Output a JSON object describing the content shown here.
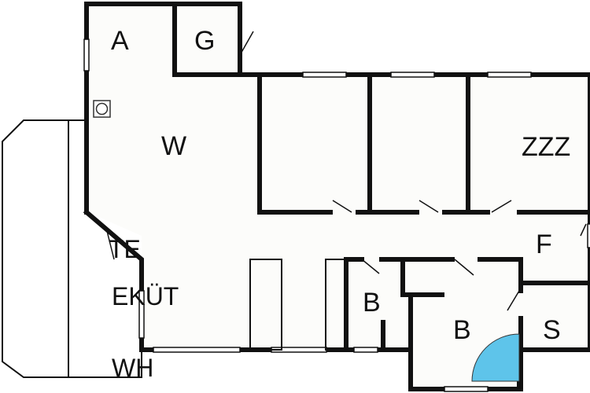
{
  "rooms": {
    "a": "A",
    "g": "G",
    "w": "W",
    "zzz": "ZZZ",
    "f": "F",
    "te": "TE",
    "ekut": "EKÜT",
    "wh": "WH",
    "b1": "B",
    "b2": "B",
    "s": "S"
  },
  "colors": {
    "wall": "#111111",
    "floor": "#fcfcfa",
    "shower": "#5ec4ea",
    "outline": "#333333"
  },
  "icons": {
    "stove": "circle-in-square-icon",
    "shower": "quarter-circle-icon"
  }
}
